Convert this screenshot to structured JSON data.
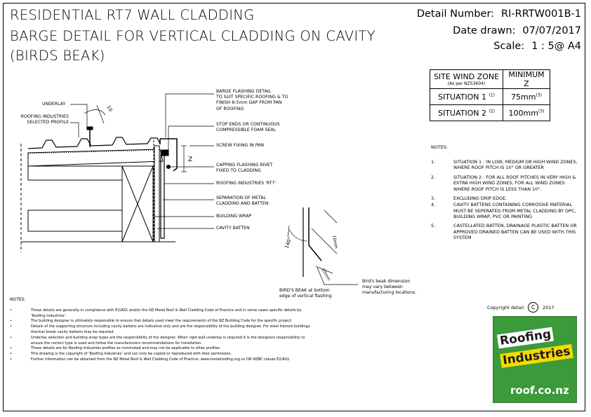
{
  "title": {
    "line1": "RESIDENTIAL RT7 WALL CLADDING",
    "line2": "BARGE DETAIL FOR VERTICAL CLADDING ON CAVITY",
    "line3": "(BIRDS BEAK)"
  },
  "header": {
    "detail_label": "Detail Number:",
    "detail_value": "RI-RRTW001B-1",
    "date_label": "Date drawn:",
    "date_value": "07/07/2017",
    "scale_label": "Scale:",
    "scale_value": "1 : 5@ A4"
  },
  "wind_table": {
    "h1": "SITE WIND ZONE",
    "h1_sub": "(As per NZS3604)",
    "h2": "MINIMUM",
    "h2_sub": "Z",
    "r1_label": "SITUATION 1",
    "r1_sup": "(1)",
    "r1_value": "75mm",
    "r1_vsup": "(3)",
    "r2_label": "SITUATION 2",
    "r2_sup": "(2)",
    "r2_value": "100mm",
    "r2_vsup": "(3)"
  },
  "right_notes": {
    "heading": "NOTES:",
    "items": [
      {
        "n": "1.",
        "t": "SITUATION 1 : IN LOW, MEDIUM OR HIGH WIND ZONES, WHERE ROOF PITCH IS 10° OR GREATER"
      },
      {
        "n": "2.",
        "t": "SITUATION 2 : FOR ALL ROOF PITCHES IN VERY HIGH & EXTRA HIGH WIND ZONES, FOR ALL WIND ZONES WHERE ROOF PITCH IS LESS THAN 10°."
      },
      {
        "n": "3.",
        "t": "EXCLUDING DRIP EDGE."
      },
      {
        "n": "4.",
        "t": "CAVITY BATTENS CONTAINING CORROSIVE MATERIAL MUST BE SEPERATED FROM METAL CLADDING BY DPC, BUILDING WRAP, PVC OR PAINTING"
      },
      {
        "n": "5.",
        "t": "CASTELLATED BATTEN, DRAINAGE PLASTIC BATTEN OR APPROVED DRAINED BATTEN CAN BE USED WITH THIS SYSTEM"
      }
    ]
  },
  "bottom_notes": {
    "heading": "NOTES:",
    "items": [
      {
        "n": "•",
        "t": "These details are generally in compliance with E2/AS1 and/or the NZ Metal Roof & Wall Cladding Code of Practice and in some cases specific details by 'Roofing Industries'."
      },
      {
        "n": "•",
        "t": "The building designer is ultimately responsible to ensure that details used meet the requirements of the NZ Building Code for the specific project."
      },
      {
        "n": "•",
        "t": "Details of the supporting structure including cavity battens are indicative only and are the responsibility of the building designer. For steel framed buildings thermal break cavity battens may be required."
      },
      {
        "n": "•",
        "t": "Underlay selection and building wrap types are the responsibility of the designer. When rigid wall underlay is required it is the designers responsibility to ensure the correct type is used and follow the manufacturers recommendations for installation."
      },
      {
        "n": "•",
        "t": "These details are for Roofing Industries profiles as nominated and may not be applicable to other profiles."
      },
      {
        "n": "•",
        "t": "This drawing is the copyright of 'Roofing Industries' and can only be copied or reproduced with their permission."
      },
      {
        "n": "•",
        "t": "Further information can be obtained from the NZ Metal Roof & Wall Cladding Code of Practice: www.metalroofing.org.nz OR NZBC clause E2/AS1."
      }
    ]
  },
  "labels": {
    "underlay": "UNDERLAY",
    "roofing1": "ROOFING INDUSTRIES",
    "roofing2": "SELECTED PROFILE",
    "barge1": "BARGE FLASHING DETAIL",
    "barge2": "TO SUIT SPECIFIC ROOFING & TO",
    "barge3": "FINISH 8-5mm GAP FROM PAN",
    "barge4": "OF ROOFING",
    "stop1": "STOP ENDS OR CONTINUOUS",
    "stop2": "COMPRESSIBLE FOAM SEAL",
    "screw": "SCREW FIXING IN PAN",
    "capping1": "CAPPING FLASHING RIVET",
    "capping2": "FIXED TO CLADDING",
    "rt7": "ROOFING INDUSTRIES 'RT7'",
    "sep1": "SEPARATION OF METAL",
    "sep2": "CLADDING AND BATTEN",
    "wrap": "BUILDING WRAP",
    "cavity": "CAVITY BATTEN",
    "z": "Z",
    "ten": "10",
    "birds1": "BIRD'S BEAK at bottom",
    "birds2": "edge of vertical flashing",
    "dim1": "Bird's beak dimension",
    "dim2": "may vary between",
    "dim3": "manufacturing locations.",
    "angle": "140°",
    "mm10a": "10mm",
    "mm10b": "10mm"
  },
  "copyright": {
    "text": "Copyright detail",
    "symbol": "C",
    "year": "2017"
  },
  "logo": {
    "word1": "Roofing",
    "word2": "Industries",
    "url": "roof.co.nz",
    "green": "#3b9a3a",
    "yellow": "#f7d900"
  }
}
